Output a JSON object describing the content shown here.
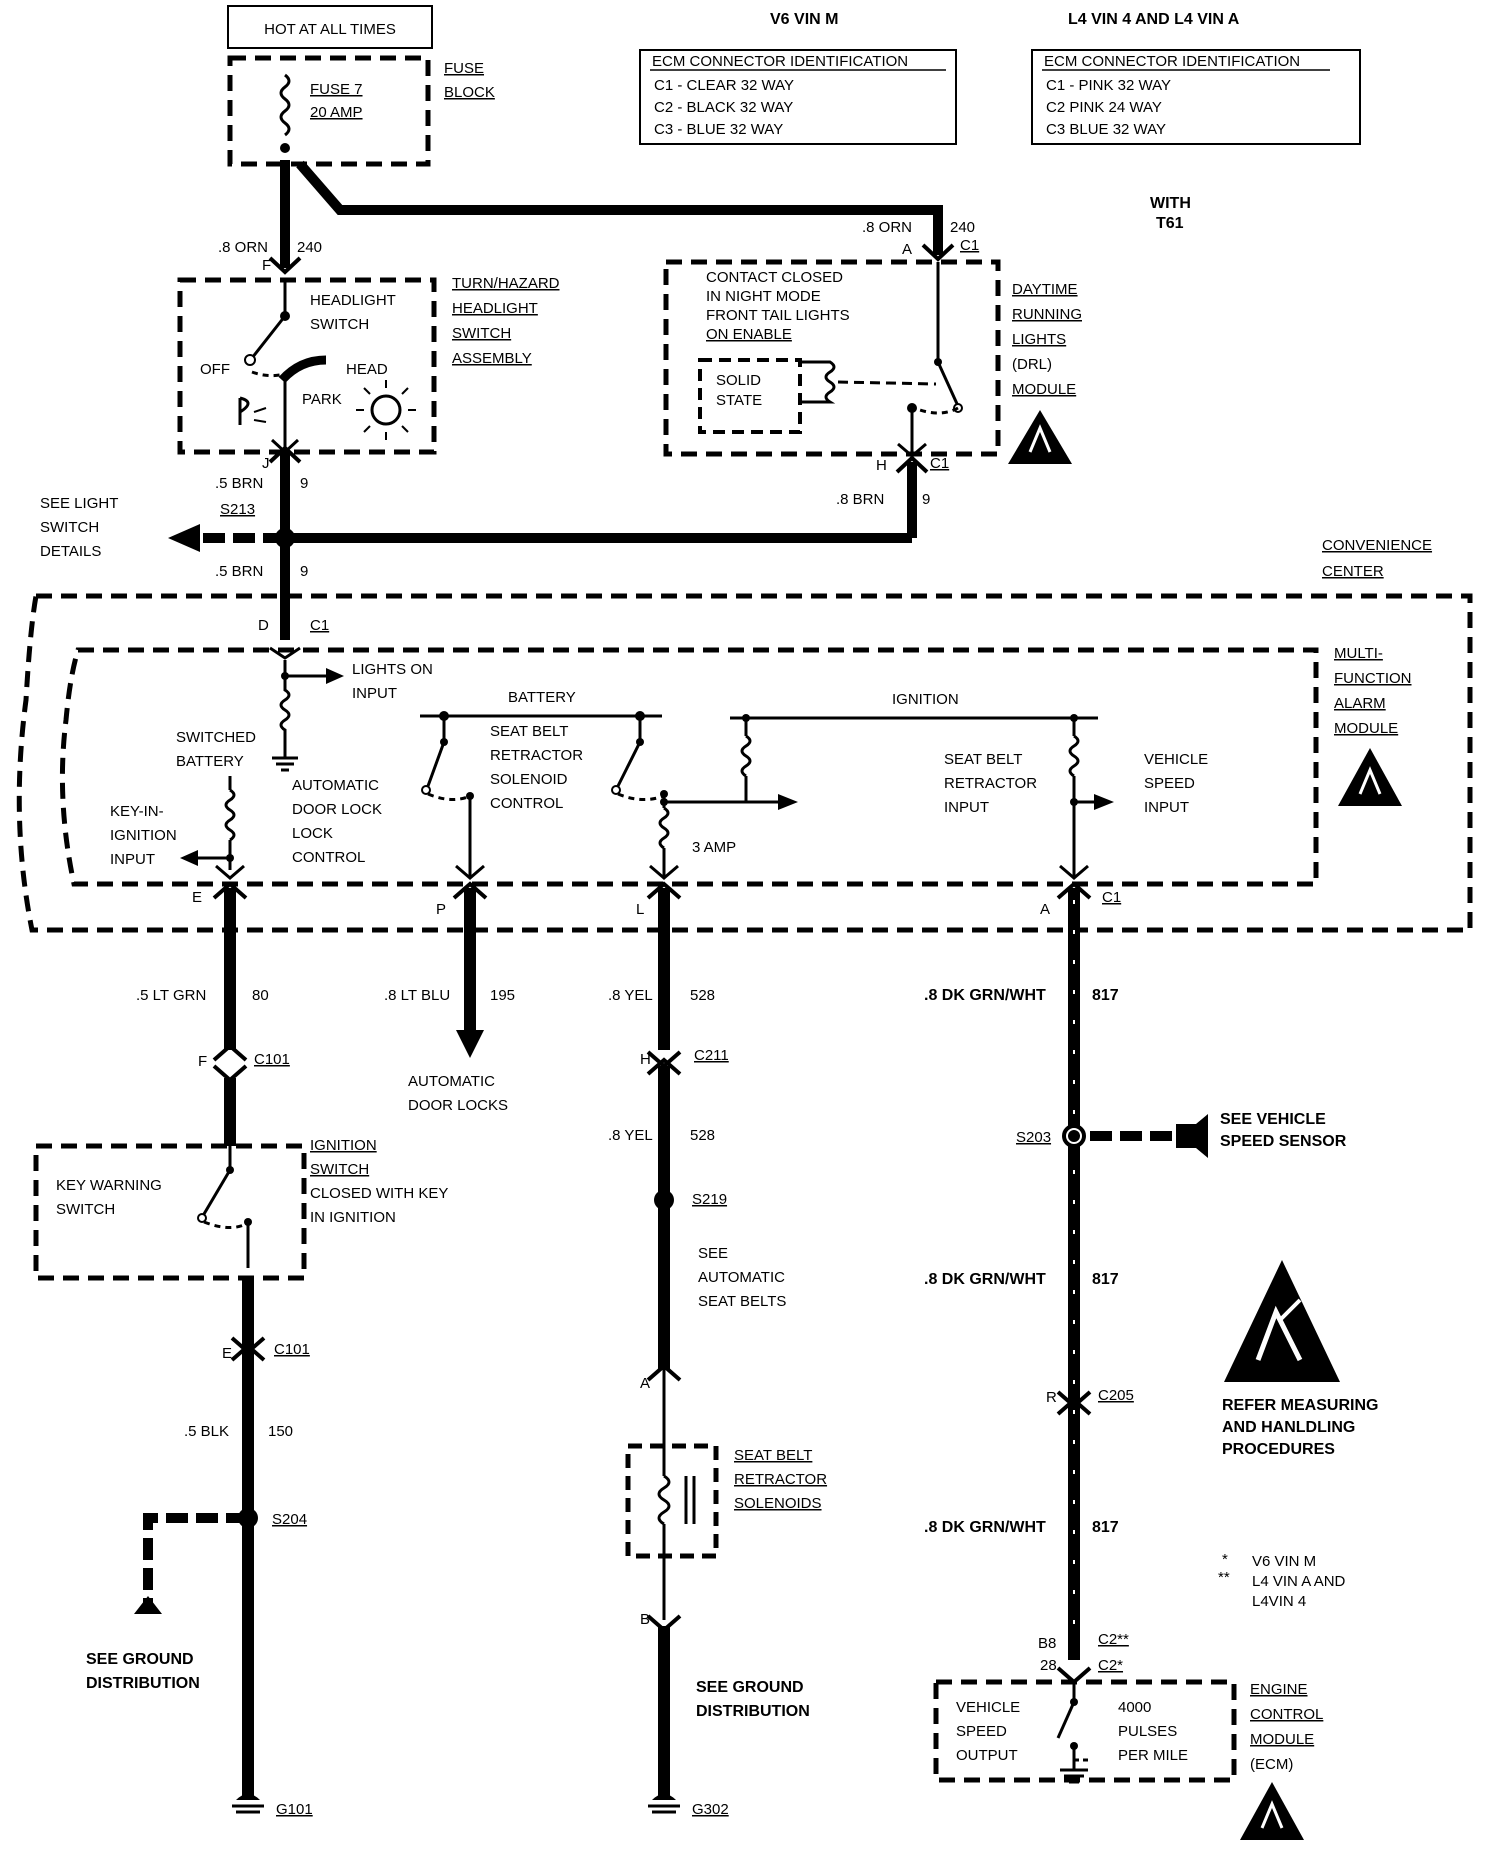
{
  "header": {
    "hot_at_all_times": "HOT AT ALL TIMES",
    "v6_title": "V6 VIN M",
    "l4_title": "L4 VIN 4 AND L4 VIN A",
    "with_t61_1": "WITH",
    "with_t61_2": "T61"
  },
  "ecm_table_v6": {
    "title": "ECM CONNECTOR IDENTIFICATION",
    "rows": [
      "C1 - CLEAR   32 WAY",
      "C2 - BLACK   32 WAY",
      "C3 - BLUE   32 WAY"
    ]
  },
  "ecm_table_l4": {
    "title": "ECM CONNECTOR IDENTIFICATION",
    "rows": [
      "C1 - PINK  32 WAY",
      "C2  PINK  24 WAY",
      "C3  BLUE  32 WAY"
    ]
  },
  "fuse": {
    "name": "FUSE 7",
    "rating": "20 AMP",
    "block_1": "FUSE",
    "block_2": "BLOCK"
  },
  "wires": {
    "orn_left": ".8 ORN",
    "orn_left_circ": "240",
    "orn_left_pin": "F",
    "orn_right": ".8 ORN",
    "orn_right_circ": "240",
    "orn_right_pin": "A",
    "orn_right_conn": "C1",
    "brn_j": ".5 BRN",
    "brn_j_circ": "9",
    "brn_j_pin": "J",
    "brn_drl": ".8 BRN",
    "brn_drl_circ": "9",
    "brn_drl_pin": "H",
    "brn_drl_conn": "C1",
    "brn_d": ".5 BRN",
    "brn_d_circ": "9",
    "brn_d_pin": "D",
    "brn_d_conn": "C1",
    "ltgrn": ".5 LT GRN",
    "ltgrn_circ": "80",
    "ltblu": ".8 LT BLU",
    "ltblu_circ": "195",
    "yel1": ".8 YEL",
    "yel1_circ": "528",
    "yel2": ".8 YEL",
    "yel2_circ": "528",
    "dkgrn1": ".8 DK GRN/WHT",
    "dkgrn1_circ": "817",
    "dkgrn2": ".8 DK GRN/WHT",
    "dkgrn2_circ": "817",
    "dkgrn3": ".8 DK GRN/WHT",
    "dkgrn3_circ": "817",
    "blk": ".5 BLK",
    "blk_circ": "150"
  },
  "headlight_switch": {
    "title_1": "TURN/HAZARD",
    "title_2": "HEADLIGHT",
    "title_3": "SWITCH",
    "title_4": "ASSEMBLY",
    "inner_1": "HEADLIGHT",
    "inner_2": "SWITCH",
    "off": "OFF",
    "park": "PARK",
    "head": "HEAD"
  },
  "drl_module": {
    "note_1": "CONTACT CLOSED",
    "note_2": "IN NIGHT MODE",
    "note_3": "FRONT TAIL LIGHTS",
    "note_4": "ON ENABLE",
    "solid_1": "SOLID",
    "solid_2": "STATE",
    "title_1": "DAYTIME",
    "title_2": "RUNNING",
    "title_3": "LIGHTS",
    "title_4": "(DRL)",
    "title_5": "MODULE"
  },
  "splices": {
    "s213": "S213",
    "see_light_1": "SEE LIGHT",
    "see_light_2": "SWITCH",
    "see_light_3": "DETAILS",
    "s203": "S203",
    "see_vss_1": "SEE VEHICLE",
    "see_vss_2": "SPEED SENSOR",
    "s219": "S219",
    "see_asb_1": "SEE",
    "see_asb_2": "AUTOMATIC",
    "see_asb_3": "SEAT BELTS",
    "s204": "S204"
  },
  "convenience": {
    "title_1": "CONVENIENCE",
    "title_2": "CENTER",
    "mfam_1": "MULTI-",
    "mfam_2": "FUNCTION",
    "mfam_3": "ALARM",
    "mfam_4": "MODULE",
    "lights_on_1": "LIGHTS ON",
    "lights_on_2": "INPUT",
    "switched_1": "SWITCHED",
    "switched_2": "BATTERY",
    "battery": "BATTERY",
    "ignition": "IGNITION",
    "sbrs_1": "SEAT BELT",
    "sbrs_2": "RETRACTOR",
    "sbrs_3": "SOLENOID",
    "sbrs_4": "CONTROL",
    "sbri_1": "SEAT BELT",
    "sbri_2": "RETRACTOR",
    "sbri_3": "INPUT",
    "vsi_1": "VEHICLE",
    "vsi_2": "SPEED",
    "vsi_3": "INPUT",
    "key_in_1": "KEY-IN-",
    "key_in_2": "IGNITION",
    "key_in_3": "INPUT",
    "adl_1": "AUTOMATIC",
    "adl_2": "DOOR LOCK",
    "adl_3": "LOCK",
    "adl_4": "CONTROL",
    "amp": "3 AMP",
    "pin_e": "E",
    "pin_p": "P",
    "pin_l": "L",
    "pin_a": "A",
    "conn": "C1"
  },
  "connectors": {
    "c101_top": "C101",
    "c101_top_pin": "F",
    "c101_bot": "C101",
    "c101_bot_pin": "E",
    "c211": "C211",
    "c211_pin": "H",
    "c205": "C205",
    "c205_pin": "R",
    "sb_pin_a": "A",
    "sb_pin_b": "B",
    "c2_b8_pin": "B8",
    "c2_b8": "C2**",
    "c2_28_pin": "28",
    "c2_28": "C2*"
  },
  "components": {
    "adl_1": "AUTOMATIC",
    "adl_2": "DOOR LOCKS",
    "ign_1": "IGNITION",
    "ign_2": "SWITCH",
    "ign_3": "CLOSED WITH KEY",
    "ign_4": "IN IGNITION",
    "key_warn_1": "KEY WARNING",
    "key_warn_2": "SWITCH",
    "sbs_1": "SEAT BELT",
    "sbs_2": "RETRACTOR",
    "sbs_3": "SOLENOIDS",
    "vso_1": "VEHICLE",
    "vso_2": "SPEED",
    "vso_3": "OUTPUT",
    "pulses_1": "4000",
    "pulses_2": "PULSES",
    "pulses_3": "PER MILE",
    "ecm_1": "ENGINE",
    "ecm_2": "CONTROL",
    "ecm_3": "MODULE",
    "ecm_4": "(ECM)"
  },
  "grounds": {
    "see_gd_left_1": "SEE GROUND",
    "see_gd_left_2": "DISTRIBUTION",
    "see_gd_mid_1": "SEE GROUND",
    "see_gd_mid_2": "DISTRIBUTION",
    "g101": "G101",
    "g302": "G302"
  },
  "esd": {
    "note_1": "REFER MEASURING",
    "note_2": "AND HANLDLING",
    "note_3": "PROCEDURES"
  },
  "legend": {
    "star1": "*",
    "star1_text": "V6 VIN M",
    "star2": "**",
    "star2_text_1": "L4 VIN A AND",
    "star2_text_2": "L4VIN 4"
  }
}
